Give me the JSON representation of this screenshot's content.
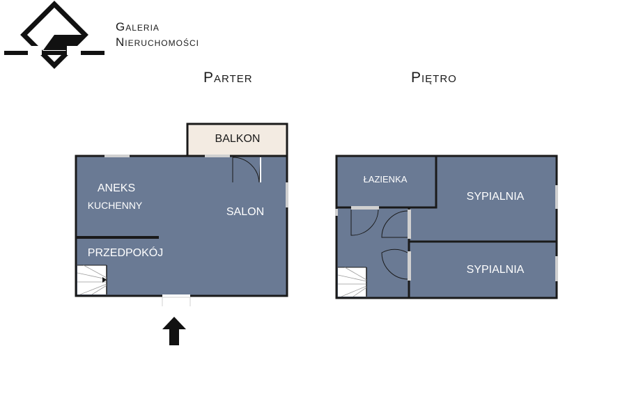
{
  "brand": {
    "line1": "Galeria",
    "line2": "Nieruchomości",
    "logo": "galeria-g-diamond-logo"
  },
  "floors": {
    "ground": {
      "title": "Parter",
      "rooms": {
        "balcony": "BALKON",
        "kitchen_line1": "ANEKS",
        "kitchen_line2": "KUCHENNY",
        "living": "SALON",
        "hall": "PRZEDPOKÓJ"
      },
      "entrance_icon": "arrow-up-icon"
    },
    "upper": {
      "title": "Piętro",
      "rooms": {
        "bathroom": "ŁAZIENKA",
        "bedroom1": "SYPIALNIA",
        "bedroom2": "SYPIALNIA"
      }
    }
  },
  "colors": {
    "room_fill": "#6a7a94",
    "wall": "#1a1a1a",
    "balcony_fill": "#f3ebe2",
    "window": "#d0d0d0"
  }
}
